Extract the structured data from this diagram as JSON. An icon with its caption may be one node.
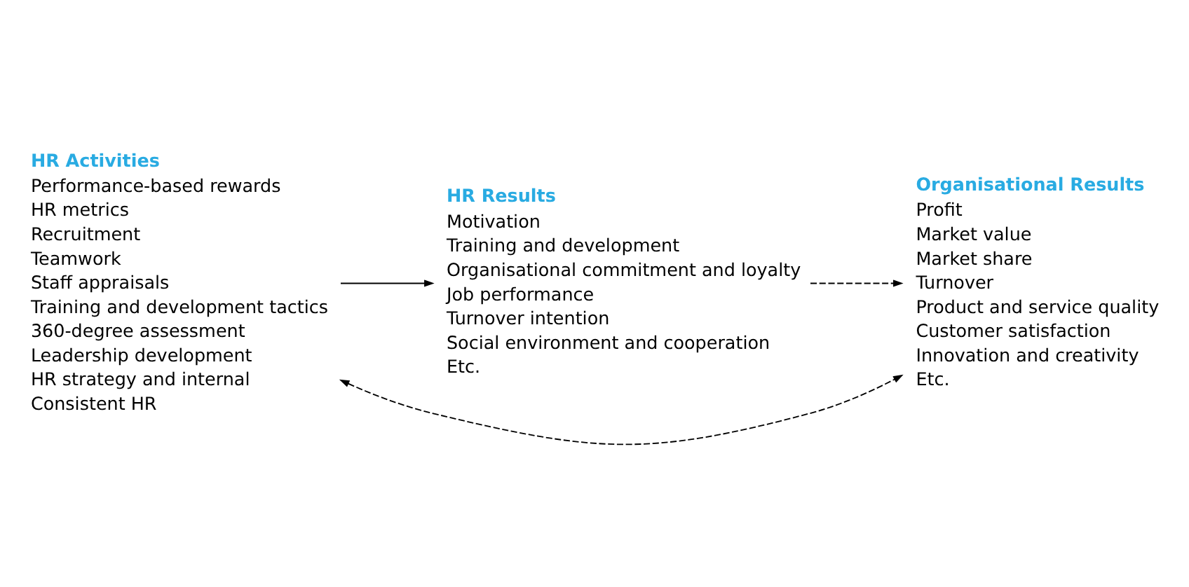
{
  "diagram": {
    "nodes": [
      {
        "text": [
          "HR Activities",
          "Performance-based rewards",
          "HR metrics",
          "Recruitment",
          "Teamwork",
          "Staff appraisals",
          "Training and development tactics",
          "360-degree assessment",
          "Leadership development",
          "HR strategy and internal",
          "Consistent HR"
        ]
      },
      {
        "text": [
          "HR Results",
          "Motivation",
          "Training and development",
          "Organisational commitment and loyalty",
          "Job performance",
          "Turnover intention",
          "Social environment and cooperation",
          "Etc."
        ]
      },
      {
        "text": [
          "Organisational Results",
          "Profit",
          "Market value",
          "Market share",
          "Turnover",
          "Product and service quality",
          "Customer satisfaction",
          "Innovation and creativity",
          "Etc."
        ]
      }
    ],
    "edges": [
      {
        "from": 0,
        "to": 2,
        "arrow": "both",
        "style": "dashed"
      },
      {
        "from": 0,
        "to": 1,
        "arrow": "to"
      },
      {
        "from": 1,
        "to": 2,
        "arrow": "to",
        "style": "dashed"
      }
    ]
  }
}
